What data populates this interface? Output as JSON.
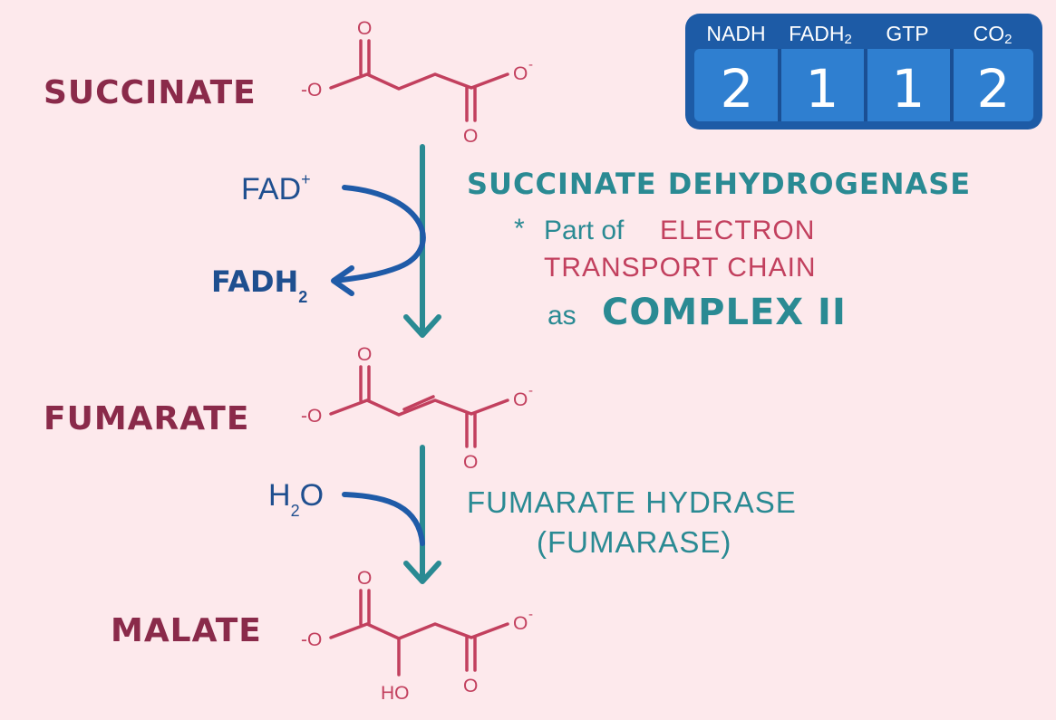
{
  "compounds": {
    "succinate": "SUCCINATE",
    "fumarate": "FUMARATE",
    "malate": "MALATE"
  },
  "atoms": {
    "oxygen": "O",
    "anion": "-O",
    "hydroxyl": "HO",
    "minus": "-"
  },
  "step1": {
    "cofactor_in": "FAD",
    "cofactor_in_charge": "+",
    "cofactor_out": "FADH",
    "cofactor_out_sub": "2",
    "enzyme": "SUCCINATE DEHYDROGENASE",
    "note_star": "*",
    "note_part": "Part of",
    "note_etc_1": "ELECTRON",
    "note_etc_2": "TRANSPORT CHAIN",
    "note_as": "as",
    "note_complex": "COMPLEX II"
  },
  "step2": {
    "reactant_h": "H",
    "reactant_sub": "2",
    "reactant_o": "O",
    "enzyme": "FUMARATE HYDRASE",
    "enzyme_alt": "(FUMARASE)"
  },
  "tally": {
    "columns": [
      {
        "label": "NADH",
        "sub": "",
        "value": "2"
      },
      {
        "label": "FADH",
        "sub": "2",
        "value": "1"
      },
      {
        "label": "GTP",
        "sub": "",
        "value": "1"
      },
      {
        "label": "CO",
        "sub": "2",
        "value": "2"
      }
    ],
    "colors": {
      "outer": "#1d5ba6",
      "cell": "#2f7fd0",
      "divider": "#1a4f94"
    }
  },
  "colors": {
    "background": "#fde9ec",
    "compound_name": "#8a2a4a",
    "molecule": "#c2405e",
    "enzyme": "#2a8a93",
    "cofactor": "#1f4f8f"
  }
}
